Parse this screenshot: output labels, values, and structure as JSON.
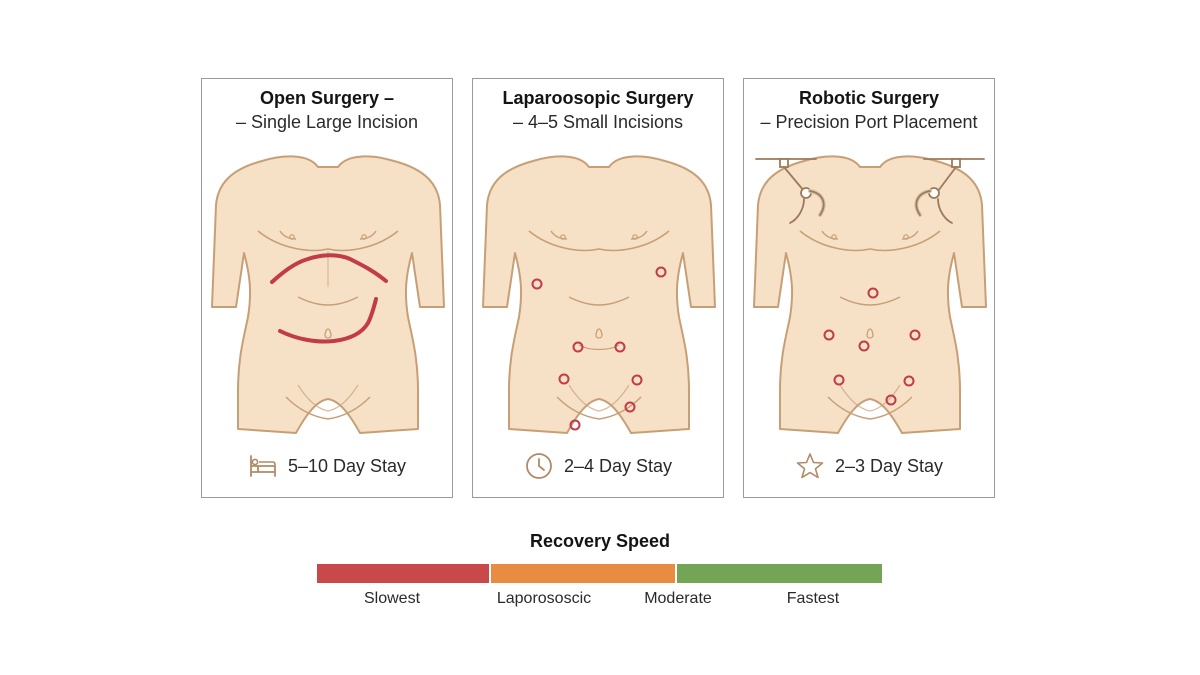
{
  "panels": [
    {
      "title": "Open Surgery –",
      "subtitle": "– Single Large Incision",
      "stay": "5–10 Day Stay",
      "stay_icon": "hospital-bed-icon",
      "incision_type": "large-curved-incisions"
    },
    {
      "title": "Laparoosopic Surgery",
      "subtitle": "– 4–5 Small Incisions",
      "stay": "2–4 Day Stay",
      "stay_icon": "clock-icon",
      "incision_type": "small-ports"
    },
    {
      "title": "Robotic Surgery",
      "subtitle": "– Precision Port Placement",
      "stay": "2–3 Day Stay",
      "stay_icon": "star-icon",
      "incision_type": "robotic-ports"
    }
  ],
  "legend": {
    "title": "Recovery Speed",
    "segments": [
      {
        "color": "#c9494b"
      },
      {
        "color": "#e98c42"
      },
      {
        "color": "#74a556"
      }
    ],
    "labels": [
      "Slowest",
      "Laporososcic",
      "Moderate",
      "Fastest"
    ]
  },
  "colors": {
    "skin": "#f6e1c6",
    "outline": "#c79f76",
    "incision": "#c23b48",
    "panel_border": "#9a9a9a"
  }
}
